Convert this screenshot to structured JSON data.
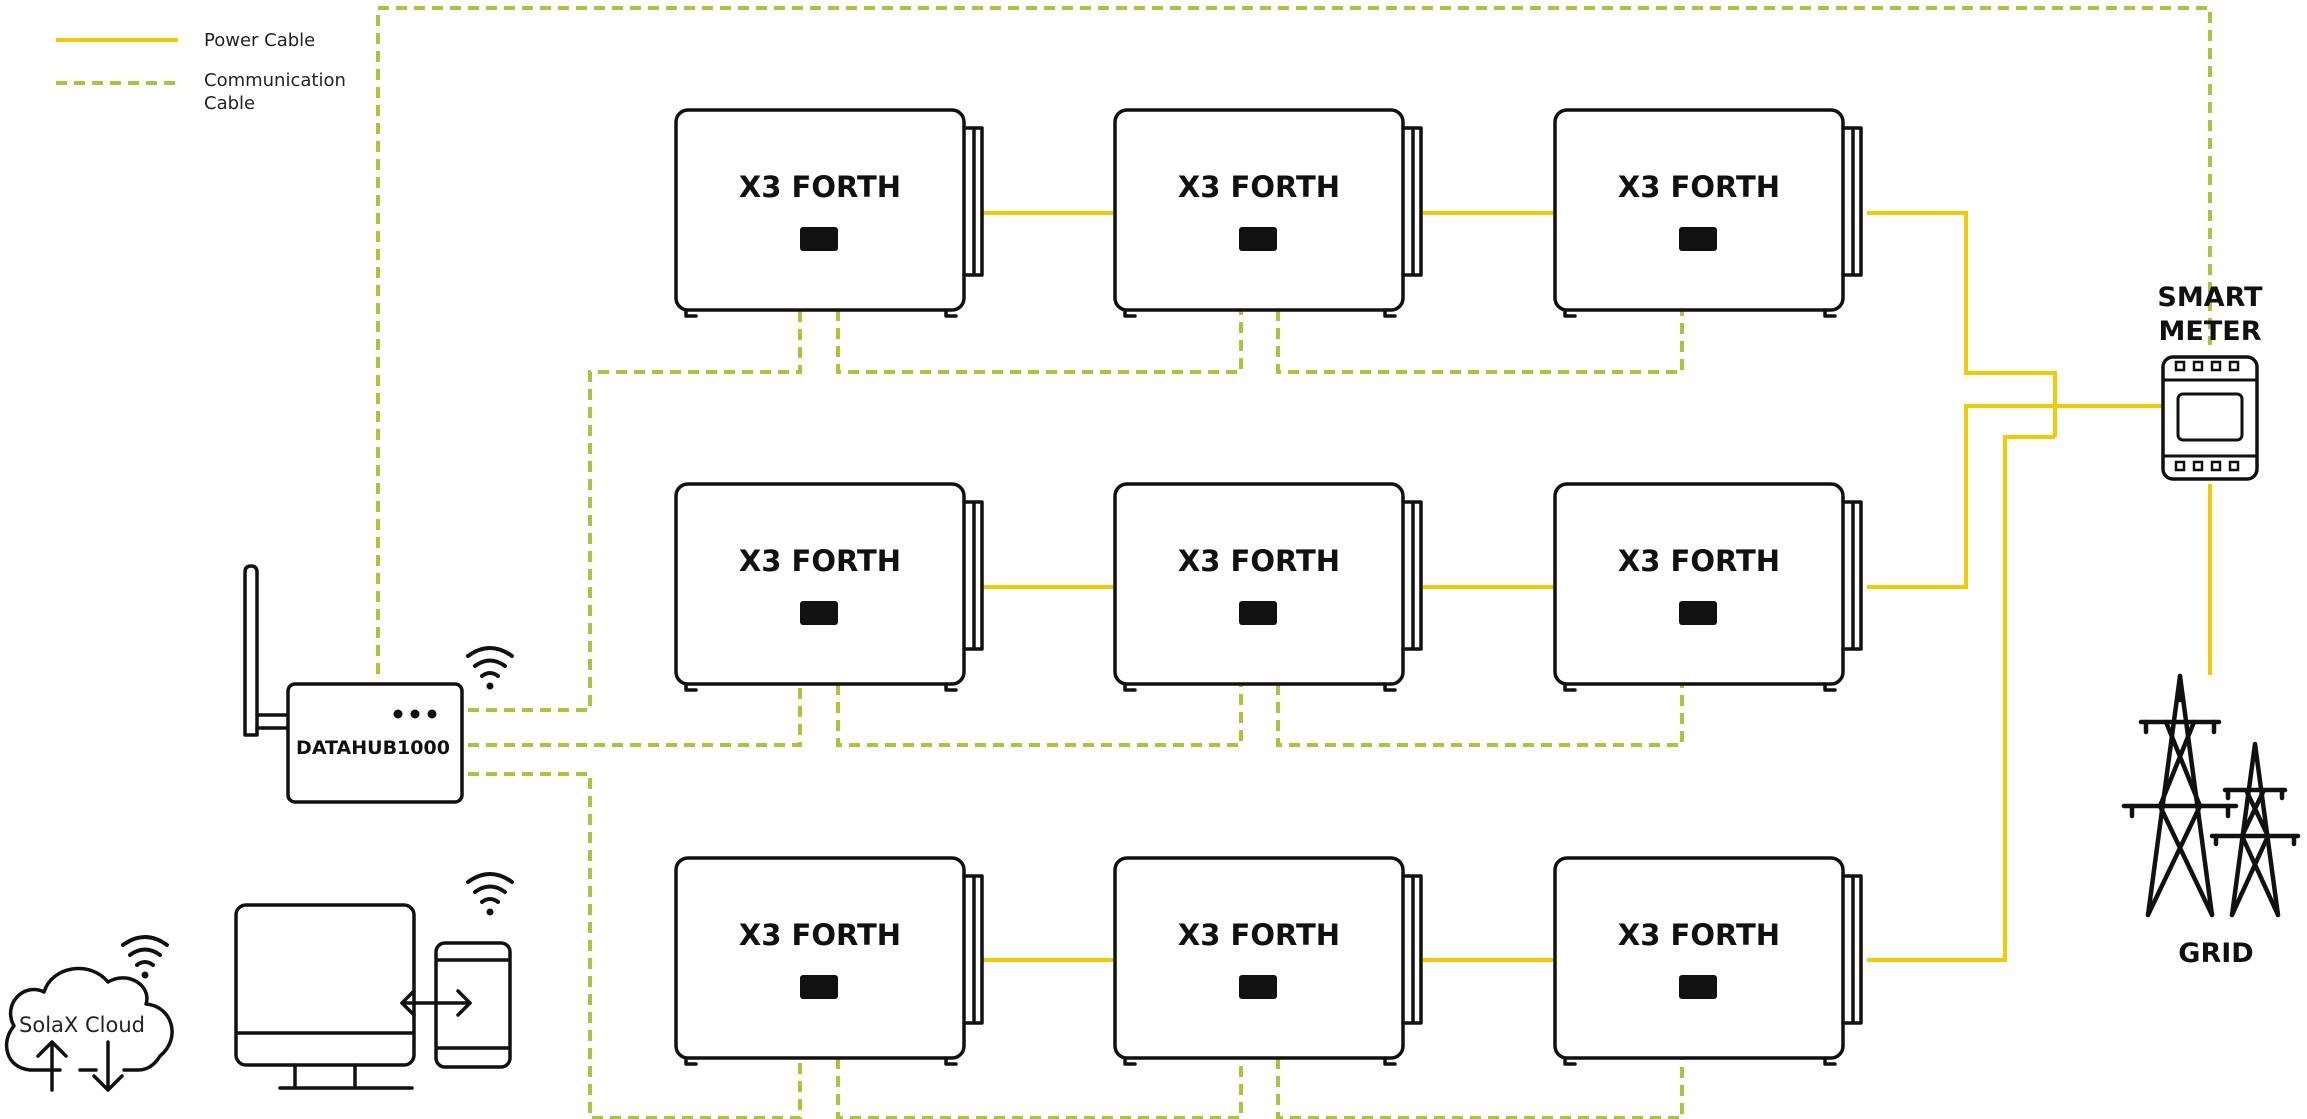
{
  "legend": {
    "power_cable": "Power Cable",
    "communication_cable_line1": "Communication",
    "communication_cable_line2": "Cable"
  },
  "colors": {
    "power": "#F2CB05",
    "communication": "#A8C63A"
  },
  "inverters": [
    {
      "label": "X3 FORTH"
    },
    {
      "label": "X3 FORTH"
    },
    {
      "label": "X3 FORTH"
    },
    {
      "label": "X3 FORTH"
    },
    {
      "label": "X3 FORTH"
    },
    {
      "label": "X3 FORTH"
    },
    {
      "label": "X3 FORTH"
    },
    {
      "label": "X3 FORTH"
    },
    {
      "label": "X3 FORTH"
    }
  ],
  "datahub": {
    "label": "DATAHUB1000"
  },
  "smart_meter": {
    "line1": "SMART",
    "line2": "METER"
  },
  "grid": {
    "label": "GRID"
  },
  "cloud": {
    "label": "SolaX Cloud"
  },
  "icons": [
    "wifi-icon",
    "router-antenna-icon",
    "smart-meter-icon",
    "transmission-tower-icon",
    "cloud-icon",
    "monitor-icon",
    "phone-icon",
    "bidirectional-arrow-icon"
  ]
}
